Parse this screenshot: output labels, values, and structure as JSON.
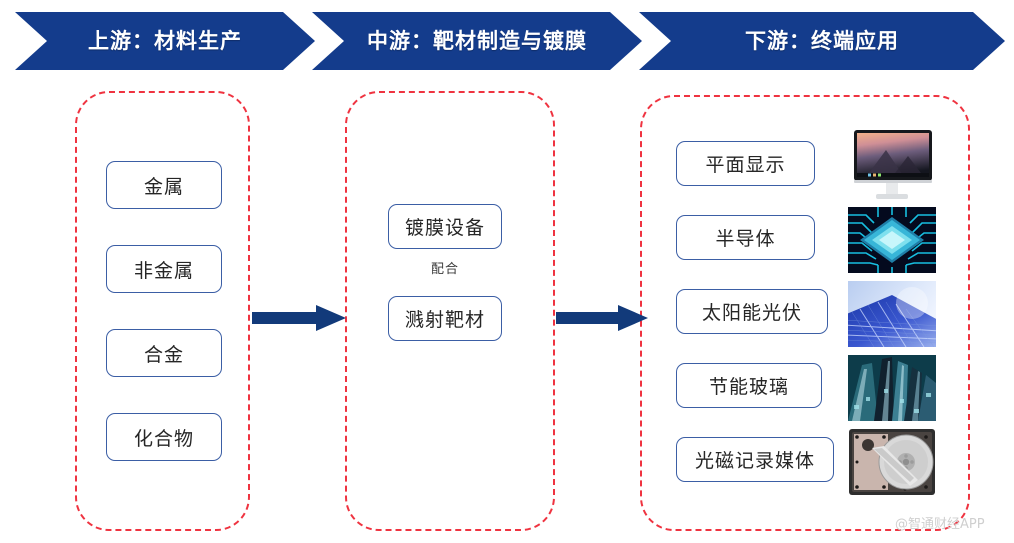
{
  "header": {
    "stages": [
      {
        "label": "上游：材料生产"
      },
      {
        "label": "中游：靶材制造与镀膜"
      },
      {
        "label": "下游：终端应用"
      }
    ]
  },
  "upstream": {
    "items": [
      {
        "label": "金属"
      },
      {
        "label": "非金属"
      },
      {
        "label": "合金"
      },
      {
        "label": "化合物"
      }
    ]
  },
  "midstream": {
    "items": [
      {
        "label": "镀膜设备"
      },
      {
        "label": "溅射靶材"
      }
    ],
    "connector_note": "配合"
  },
  "downstream": {
    "items": [
      {
        "label": "平面显示",
        "thumbnail": "monitor-image"
      },
      {
        "label": "半导体",
        "thumbnail": "chip-image"
      },
      {
        "label": "太阳能光伏",
        "thumbnail": "solar-panel-image"
      },
      {
        "label": "节能玻璃",
        "thumbnail": "glass-building-image"
      },
      {
        "label": "光磁记录媒体",
        "thumbnail": "hard-disk-image"
      }
    ]
  },
  "flow": {
    "arrows": [
      {
        "name": "arrow-upstream-to-midstream"
      },
      {
        "name": "arrow-midstream-to-downstream"
      }
    ]
  },
  "watermark": {
    "text": "@智通财经APP"
  },
  "colors": {
    "banner_blue": "#143c8c",
    "dashed_red": "#ef3340",
    "box_border_blue": "#3b5ea5",
    "arrow_navy": "#123a7a",
    "watermark_gray": "#cfcfcf"
  }
}
